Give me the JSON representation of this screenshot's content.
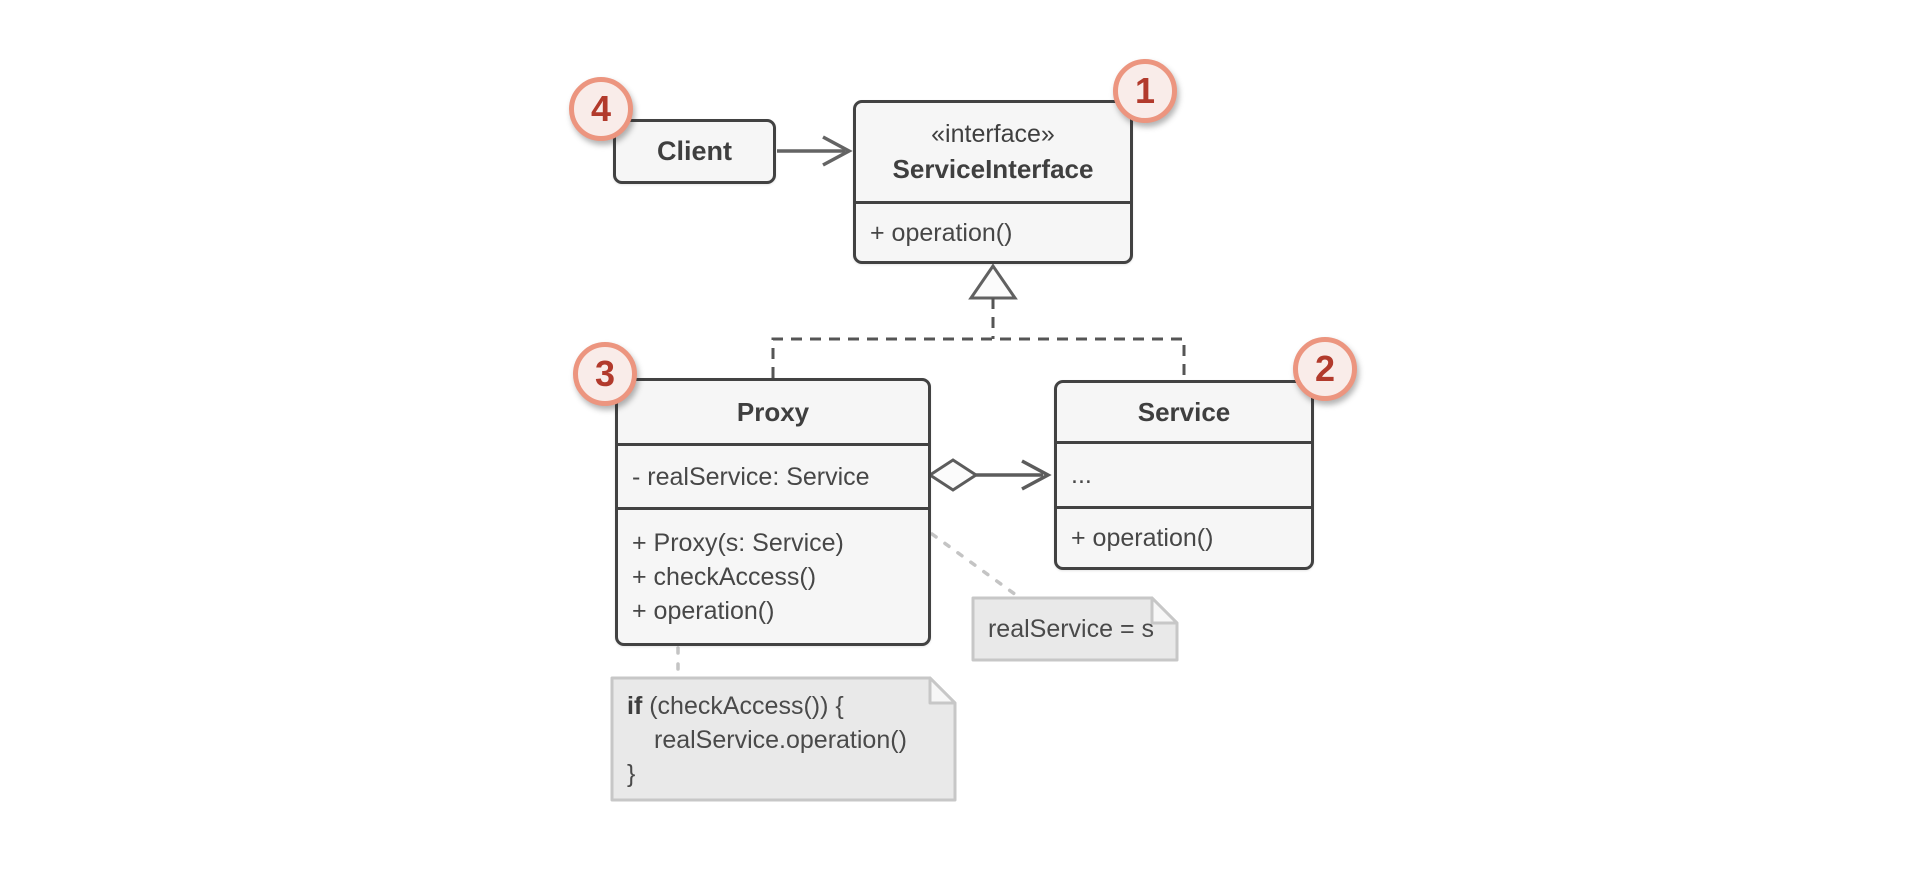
{
  "badges": {
    "one": "1",
    "two": "2",
    "three": "3",
    "four": "4"
  },
  "classes": {
    "client": {
      "name": "Client"
    },
    "service_interface": {
      "stereotype": "«interface»",
      "name": "ServiceInterface",
      "methods": [
        "+ operation()"
      ]
    },
    "proxy": {
      "name": "Proxy",
      "attributes": [
        "- realService: Service"
      ],
      "methods": [
        "+ Proxy(s: Service)",
        "+ checkAccess()",
        "+ operation()"
      ]
    },
    "service": {
      "name": "Service",
      "attributes": [
        "..."
      ],
      "methods": [
        "+ operation()"
      ]
    }
  },
  "notes": {
    "assignment": {
      "text": "realService = s"
    },
    "code": {
      "keyword": "if",
      "line1_rest": " (checkAccess()) {",
      "line2": "realService.operation()",
      "line3": "}"
    }
  },
  "colors": {
    "badge_number": "#b23a2c",
    "badge_ring": "#ec957f",
    "badge_fill": "#f9ece9",
    "box_border": "#424242",
    "box_fill": "#f6f6f6",
    "note_fill": "#e9e9e9",
    "note_border": "#c7c7c7",
    "connector_gray": "#616161",
    "dashed_gray": "#555555",
    "dotted_gray": "#c4c4c4"
  }
}
